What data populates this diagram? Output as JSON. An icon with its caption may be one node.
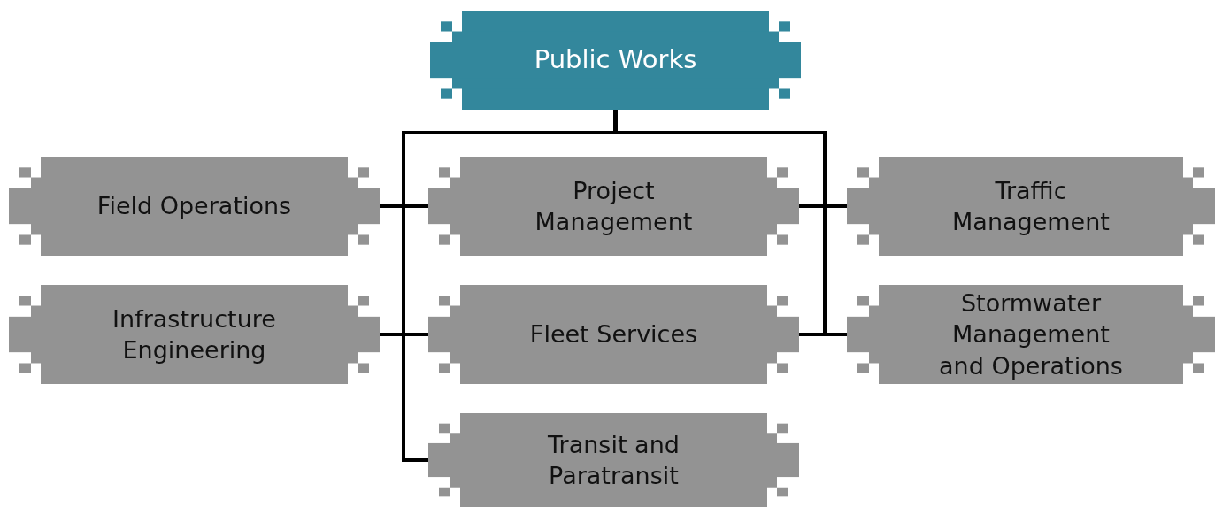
{
  "diagram": {
    "nodes": [
      {
        "text": [
          "Public Works"
        ]
      },
      {
        "text": [
          "Field Operations"
        ]
      },
      {
        "text": [
          "Project Management"
        ]
      },
      {
        "text": [
          "Traffic Management"
        ]
      },
      {
        "text": [
          "Infrastructure Engineering"
        ]
      },
      {
        "text": [
          "Fleet Services"
        ]
      },
      {
        "text": [
          "Stormwater Management and Operations"
        ]
      },
      {
        "text": [
          "Transit and Paratransit"
        ]
      }
    ],
    "edges": [
      {
        "from": 0,
        "to": 1,
        "arrow": "none"
      },
      {
        "from": 0,
        "to": 2,
        "arrow": "none"
      },
      {
        "from": 0,
        "to": 3,
        "arrow": "none"
      },
      {
        "from": 0,
        "to": 4,
        "arrow": "none"
      },
      {
        "from": 0,
        "to": 5,
        "arrow": "none"
      },
      {
        "from": 0,
        "to": 6,
        "arrow": "none"
      },
      {
        "from": 0,
        "to": 7,
        "arrow": "none"
      }
    ]
  }
}
